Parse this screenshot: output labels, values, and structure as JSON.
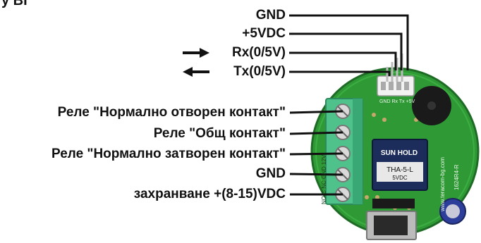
{
  "corner_text": "y BI",
  "connector_labels": {
    "gnd": "GND",
    "vdc5": "+5VDC",
    "rx": "Rx(0/5V)",
    "tx": "Tx(0/5V)"
  },
  "terminal_labels": {
    "relay_no": "Реле \"Нормално отворен контакт\"",
    "relay_com": "Реле \"Общ контакт\"",
    "relay_nc": "Реле \"Нормално затворен контакт\"",
    "gnd": "GND",
    "power": "захранване +(8-15)VDC"
  },
  "board": {
    "relay_brand": "SUN HOLD",
    "relay_model": "THA-5-L",
    "relay_voltage": "5VDC",
    "website": "www.teracom-bg.com",
    "board_id": "1624R4-R",
    "terminal_silk": "NO C NC GND 12V",
    "header_silk": "GND Rx Tx +5V"
  },
  "colors": {
    "pcb": "#2f9a35",
    "terminal_block": "#4fc18a",
    "relay": "#1c2d5c",
    "lines": "#111111"
  }
}
